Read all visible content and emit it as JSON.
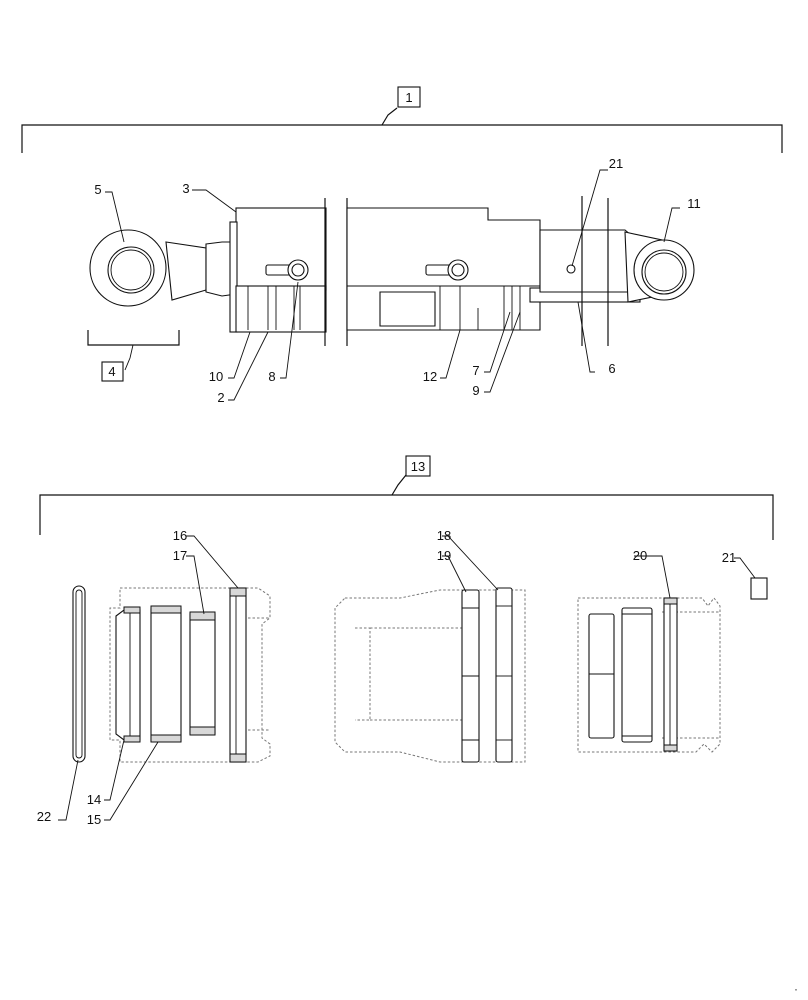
{
  "callouts": {
    "c1": "1",
    "c2": "2",
    "c3": "3",
    "c4": "4",
    "c5": "5",
    "c6": "6",
    "c7": "7",
    "c8": "8",
    "c9": "9",
    "c10": "10",
    "c11": "11",
    "c12": "12",
    "c13": "13",
    "c14": "14",
    "c15": "15",
    "c16": "16",
    "c17": "17",
    "c18": "18",
    "c19": "19",
    "c20": "20",
    "c21a": "21",
    "c21b": "21",
    "c22": "22"
  },
  "corner_mark": "\""
}
